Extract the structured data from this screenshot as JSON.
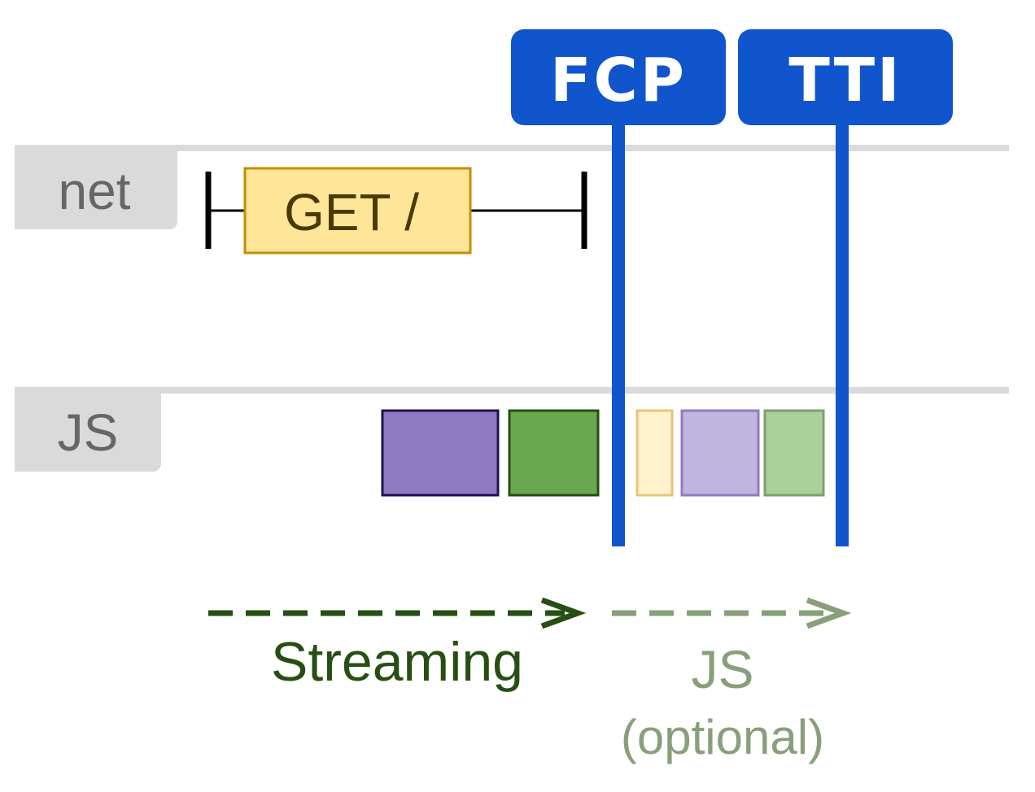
{
  "lanes": {
    "net": "net",
    "js": "JS"
  },
  "request": {
    "label": "GET /"
  },
  "markers": {
    "fcp": "FCP",
    "tti": "TTI"
  },
  "phases": {
    "streaming": "Streaming",
    "js_title": "JS",
    "js_note": "(optional)"
  },
  "colors": {
    "marker_blue": "#1155cc",
    "lane_gray": "#dadada",
    "request_fill": "#ffe598",
    "request_stroke": "#bf9000",
    "streaming_green": "#274e13",
    "js_optional_green": "#87a07a"
  }
}
